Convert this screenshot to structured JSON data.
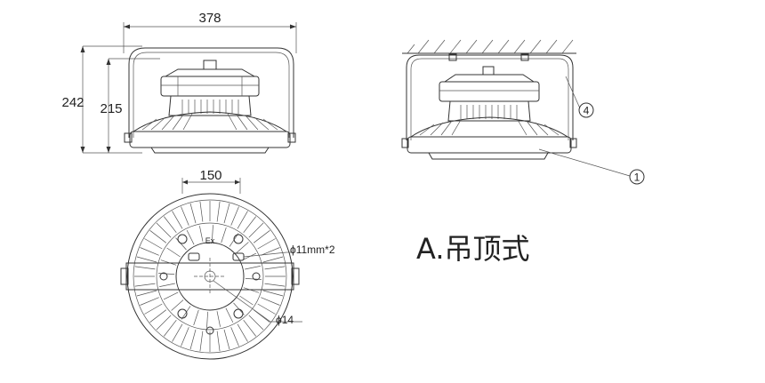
{
  "dimensions": {
    "width_total": "378",
    "height_total": "242",
    "height_body": "215",
    "bolt_spacing": "150",
    "bolt_hole": "ϕ11mm*2",
    "center_hole": "ϕ14"
  },
  "callouts": {
    "item_1": "1",
    "item_4": "4"
  },
  "caption": "A.吊顶式",
  "colors": {
    "line": "#333333",
    "text": "#222222",
    "background": "#ffffff"
  }
}
